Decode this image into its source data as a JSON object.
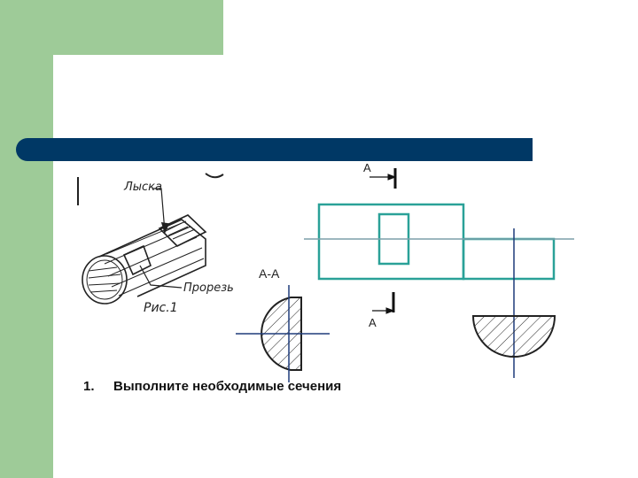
{
  "labels": {
    "flat": "Лыска",
    "slot": "Прорезь",
    "figure": "Рис.1",
    "section_aa": "А-А",
    "cut_top": "А",
    "cut_bottom": "А"
  },
  "task": {
    "number": "1.",
    "text": "Выполните необходимые сечения"
  },
  "colors": {
    "green": "#9ecb98",
    "title_bar": "#003865",
    "teal": "#2aa198"
  }
}
